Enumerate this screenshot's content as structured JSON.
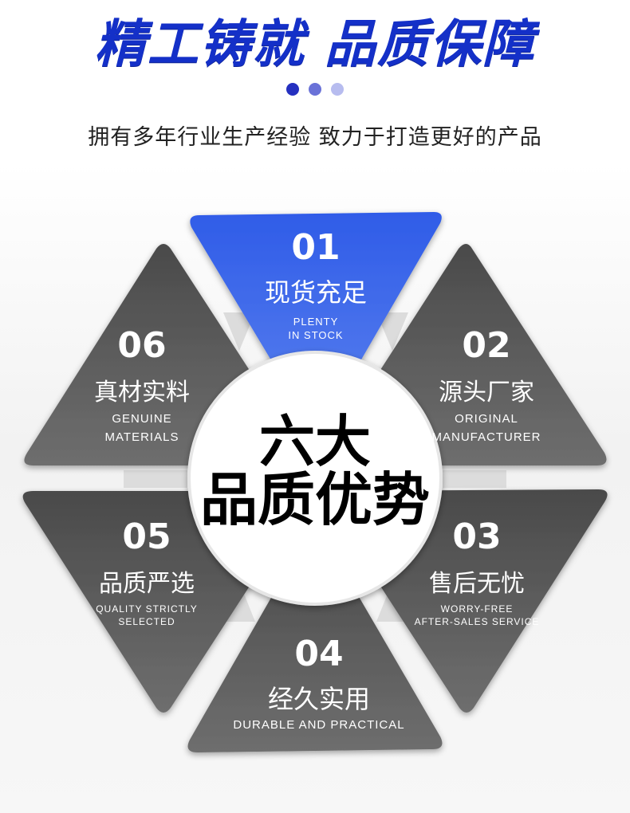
{
  "header": {
    "title": "精工铸就 品质保障",
    "subtitle": "拥有多年行业生产经验  致力于打造更好的产品",
    "dot_colors": [
      "#2530c0",
      "#6a72d8",
      "#b7bcef"
    ]
  },
  "colors": {
    "accent_blue": "#3a63e6",
    "panel_gray": "#5c5c5c"
  },
  "center": {
    "line1": "六大",
    "line2": "品质优势"
  },
  "advantages": [
    {
      "num": "01",
      "title": "现货充足",
      "en": [
        "PLENTY",
        "IN STOCK"
      ]
    },
    {
      "num": "02",
      "title": "源头厂家",
      "en": [
        "ORIGINAL",
        "MANUFACTURER"
      ]
    },
    {
      "num": "03",
      "title": "售后无忧",
      "en": [
        "WORRY-FREE",
        "AFTER-SALES SERVICE"
      ]
    },
    {
      "num": "04",
      "title": "经久实用",
      "en": [
        "DURABLE AND PRACTICAL"
      ]
    },
    {
      "num": "05",
      "title": "品质严选",
      "en": [
        "QUALITY STRICTLY",
        "SELECTED"
      ]
    },
    {
      "num": "06",
      "title": "真材实料",
      "en": [
        "GENUINE",
        "MATERIALS"
      ]
    }
  ]
}
